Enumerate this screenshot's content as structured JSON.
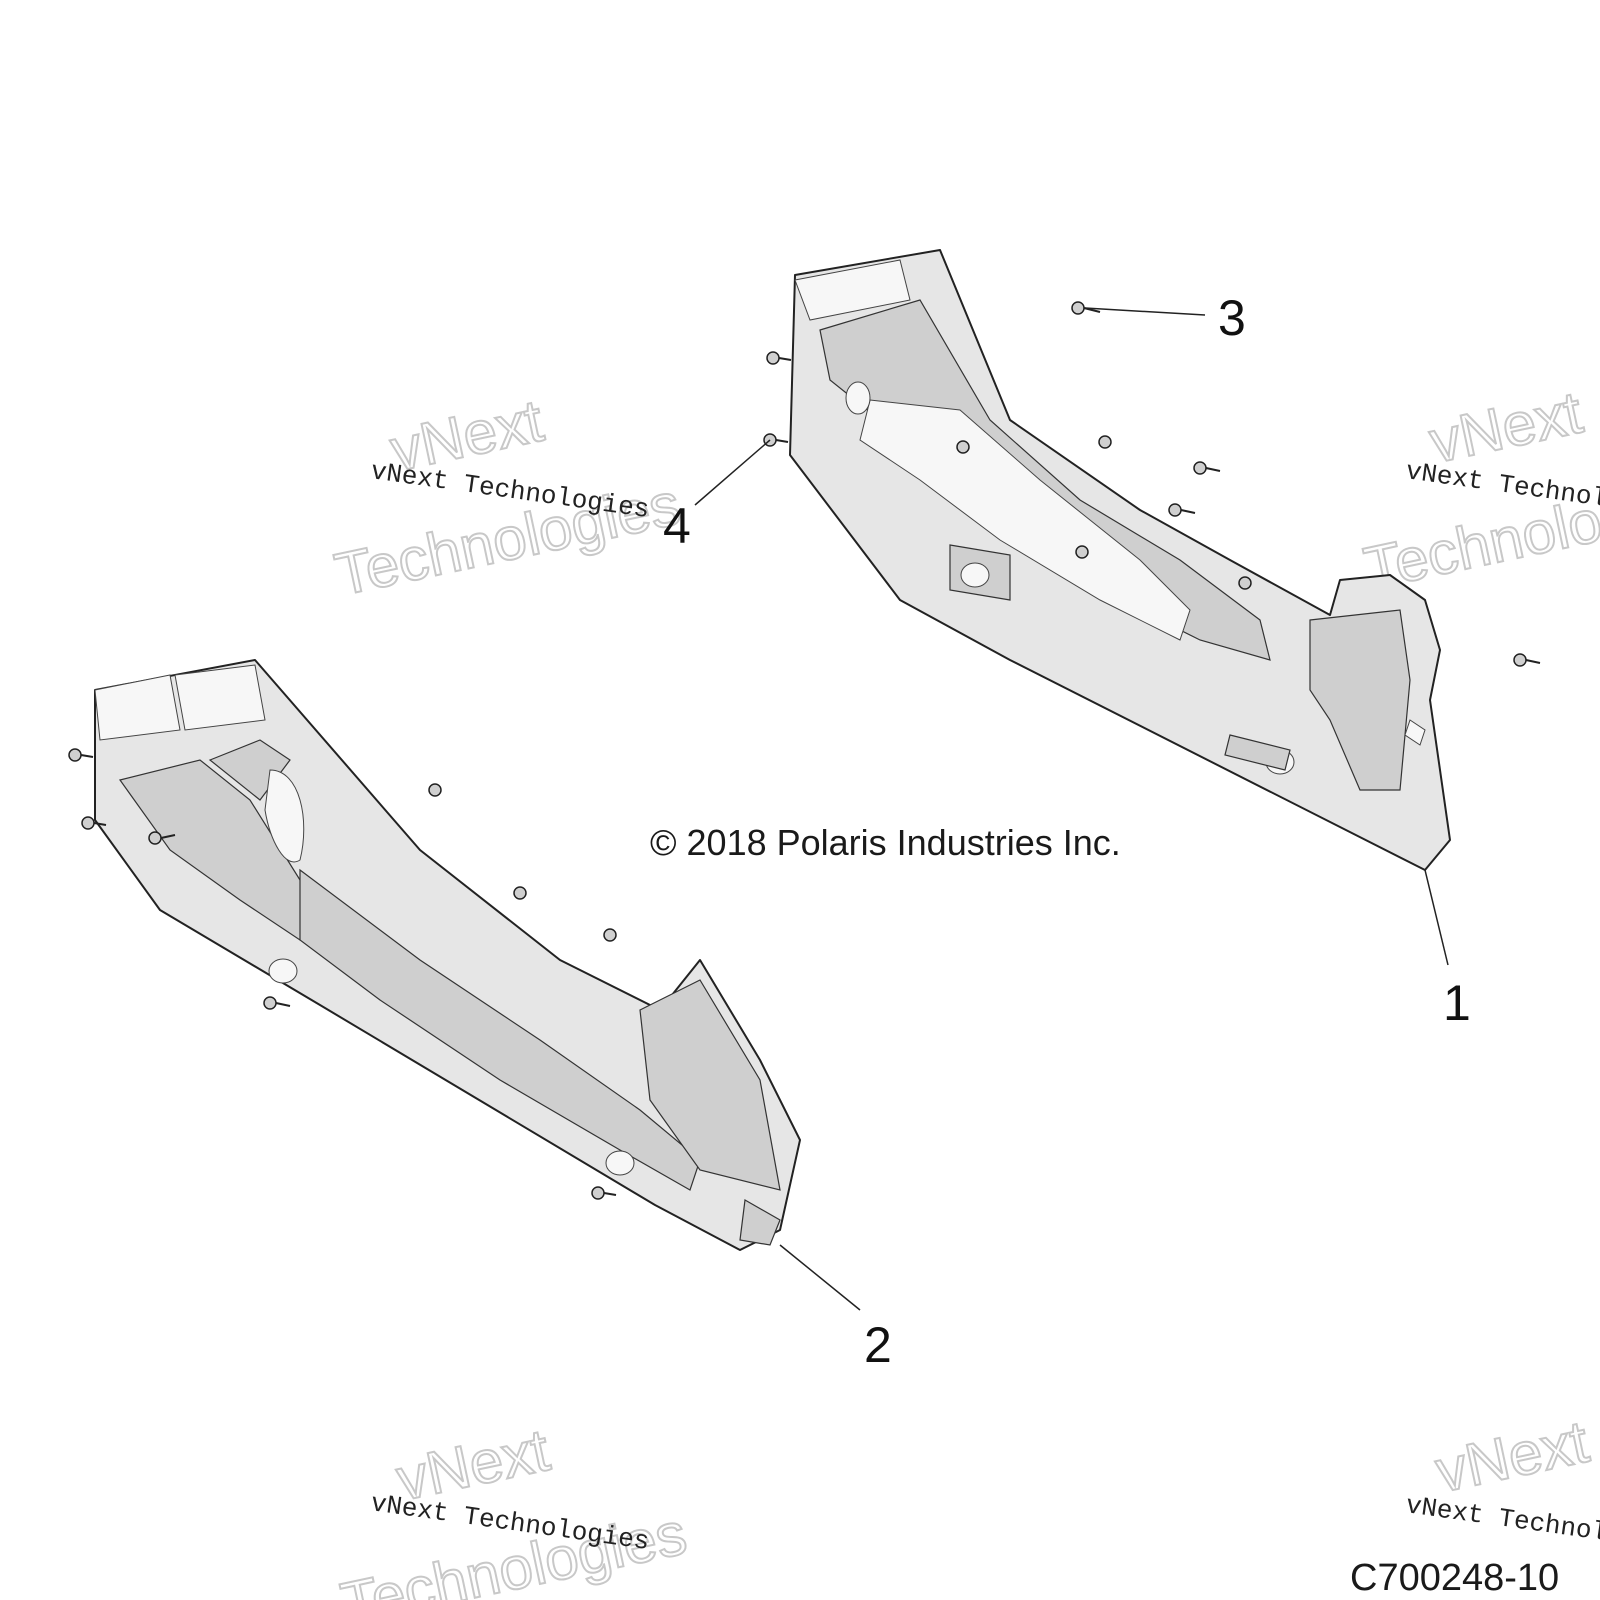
{
  "callouts": {
    "c1": "1",
    "c2": "2",
    "c3": "3",
    "c4": "4"
  },
  "copyright": "© 2018 Polaris Industries Inc.",
  "part_number": "C700248-10",
  "watermark": {
    "line_serif": "vNext Technologies",
    "outline_1": "vNext",
    "outline_2": "Technologies"
  }
}
